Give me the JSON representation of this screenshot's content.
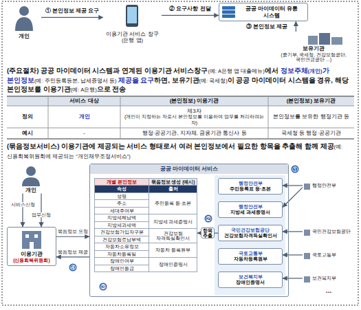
{
  "diagram": {
    "nodes": [
      {
        "text": [
          "개인"
        ]
      },
      {
        "text": [
          "이용기관 서비스 창구 (은행 앱)"
        ]
      },
      {
        "text": [
          "공공 마이데이터 유통 시스템"
        ]
      },
      {
        "text": [
          "보유기관",
          "(중기부, 국세청, 건강보험공단, 국민연금공단 …)"
        ]
      },
      {
        "text": [
          "개인"
        ]
      },
      {
        "text": [
          "이용기관",
          "(신용회복위원회)"
        ]
      },
      {
        "text": [
          "공공 마이데이터 서비스"
        ]
      },
      {
        "text": [
          "개별 본인정보",
          "묶음정보 생성 (예시)",
          "속성",
          "출처",
          "성명",
          "주소",
          "세대주여부",
          "지방세체납액",
          "지방세과세액",
          "건강보험가입자구분",
          "건강보험료납부액",
          "자동차소유정보",
          "자동차등록일",
          "장애인여부",
          "장애인등급",
          "주민등록 등·초본",
          "지방세 과세증명서",
          "건강보험 자격득실확인서",
          "자동차 등록원부",
          "장애인증명서"
        ],
        "in": 6
      },
      {
        "text": [
          "행정안전부",
          "주민등록표 등·초본"
        ],
        "in": 6
      },
      {
        "text": [
          "행정안전부",
          "지방세 과세증명서"
        ],
        "in": 6
      },
      {
        "text": [
          "국민건강보험공단",
          "건강보험자격득실확인서"
        ],
        "in": 6
      },
      {
        "text": [
          "국토교통부",
          "자동차등록원부"
        ],
        "in": 6
      },
      {
        "text": [
          "보건복지부",
          "장애인증명서"
        ],
        "in": 6
      },
      {
        "text": [
          "행정안전부"
        ]
      },
      {
        "text": [
          "국민건강보험공단"
        ]
      },
      {
        "text": [
          "국토교통부"
        ]
      },
      {
        "text": [
          "보건복지부"
        ]
      }
    ],
    "edges": [
      {
        "from": 0,
        "to": 1,
        "label": "① 본인정보 제공 요구",
        "arrow": "to"
      },
      {
        "from": 1,
        "to": 2,
        "label": "② 요구사항 전달",
        "arrow": "to"
      },
      {
        "from": 3,
        "to": 2,
        "label": "③ 본인정보 제공",
        "arrow": "to"
      },
      {
        "from": 4,
        "to": 5,
        "label": "서비스신청",
        "arrow": "to"
      },
      {
        "from": 4,
        "to": 5,
        "label": "업무신청",
        "arrow": "to"
      },
      {
        "from": 5,
        "to": 6,
        "label": "묶음정보 요청",
        "arrow": "to"
      },
      {
        "from": 6,
        "to": 5,
        "label": "묶음정보 제공",
        "arrow": "to"
      },
      {
        "from": 10,
        "to": 7,
        "label": "항목 추출",
        "arrow": "to"
      },
      {
        "from": 13,
        "to": 8,
        "arrow": "to"
      },
      {
        "from": 13,
        "to": 9,
        "arrow": "to"
      },
      {
        "from": 14,
        "to": 10,
        "arrow": "to"
      },
      {
        "from": 15,
        "to": 11,
        "arrow": "to"
      },
      {
        "from": 16,
        "to": 12,
        "arrow": "to"
      }
    ],
    "labels": [
      "(주요절차)",
      "공공 마이데이터 시스템과 연계된 이용기관 서비스창구",
      "(예: A은행 앱 대출메뉴)",
      "에서",
      "정보주체",
      "(개인)",
      "가 본인정보",
      "(예: 주민등록등본, 납세증명서 등)",
      "제공을 요구",
      "하면, 보유기관",
      "(예: 국세청)",
      "이 공공 마이데이터 시스템을 경유, 해당 본인정보를 이용기관",
      "(예: A은행)",
      "으로 전송",
      "서비스 대상",
      "(본인정보) 이용기관",
      "(본인정보) 보유기관",
      "정의",
      "개인",
      "제3자",
      "(개인이 지정하는 자로서 본인정보를 이용하여 업무를 처리하려는 자)",
      "본인정보를 보유한 행정기관 등",
      "예시",
      "-",
      "행정·공공기관, 지자체, 금융기관 통신사 등",
      "국세청 등 행정·공공기관",
      "(묶음정보서비스)",
      "이용기관에 제공되는 서비스 형태로서 여러 본인정보에서 필요한 항목을 추출해 함께 제공",
      "(예: 신용회복위원회에 제공되는 “개인채무조정서비스”)",
      "①",
      "②",
      "③",
      "④",
      "…"
    ]
  }
}
